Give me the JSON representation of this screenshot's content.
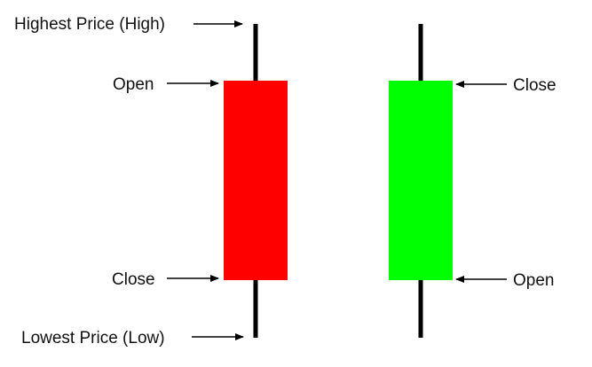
{
  "labels": {
    "high": "Highest Price (High)",
    "low": "Lowest Price (Low)",
    "bear_open": "Open",
    "bear_close": "Close",
    "bull_close": "Close",
    "bull_open": "Open"
  },
  "candles": {
    "bearish": {
      "color": "#ff0000"
    },
    "bullish": {
      "color": "#00ff00"
    }
  },
  "colors": {
    "wick": "#000000",
    "arrow": "#000000",
    "text": "#111111",
    "background": "#ffffff"
  }
}
